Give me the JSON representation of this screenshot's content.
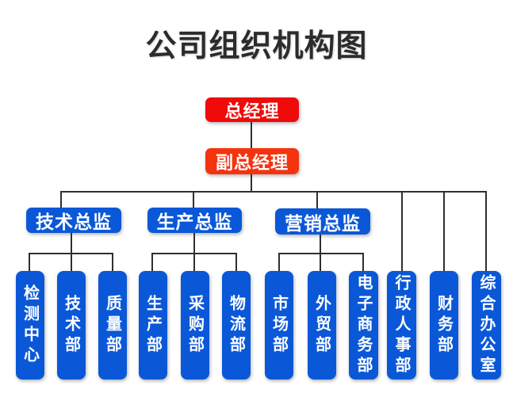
{
  "title": "公司组织机构图",
  "colors": {
    "exec_red": "#f10a0a",
    "deputy_red": "#f4330f",
    "node_blue": "#0a58d8",
    "line_color": "#2f2f2f",
    "title_color": "#2c2c2c",
    "node_text": "#ffffff",
    "background": "#ffffff"
  },
  "org": {
    "root": {
      "label": "总经理"
    },
    "deputy": {
      "label": "副总经理"
    },
    "directors": [
      {
        "label": "技术总监"
      },
      {
        "label": "生产总监"
      },
      {
        "label": "营销总监"
      }
    ],
    "departments": [
      {
        "label": "检测中心"
      },
      {
        "label": "技术部"
      },
      {
        "label": "质量部"
      },
      {
        "label": "生产部"
      },
      {
        "label": "采购部"
      },
      {
        "label": "物流部"
      },
      {
        "label": "市场部"
      },
      {
        "label": "外贸部"
      },
      {
        "label": "电子商务部"
      },
      {
        "label": "行政人事部"
      },
      {
        "label": "财务部"
      },
      {
        "label": "综合办公室"
      }
    ]
  }
}
